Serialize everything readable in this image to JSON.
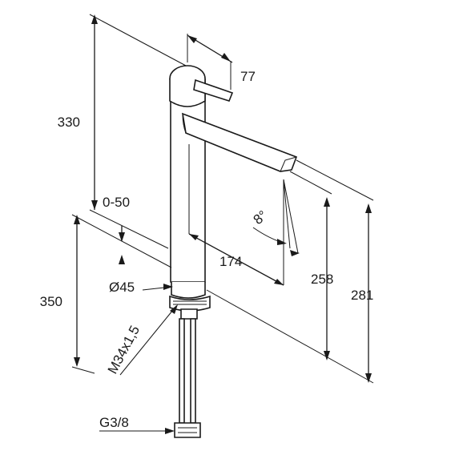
{
  "labels": {
    "height_total": "330",
    "spout_offset": "77",
    "lever_range": "0-50",
    "angle": "8°",
    "spout_reach": "174",
    "diameter": "Ø45",
    "mount_depth": "350",
    "spout_height": "258",
    "overall_height": "281",
    "thread": "M34x1,5",
    "connection": "G3/8"
  }
}
